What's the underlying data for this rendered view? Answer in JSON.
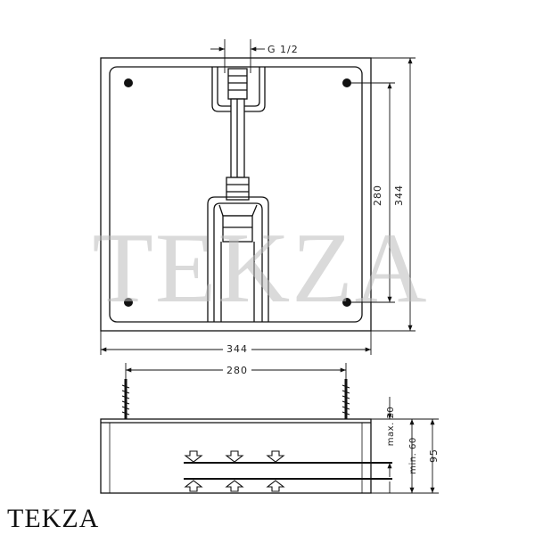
{
  "thread_label": "G 1/2",
  "dim_outer_width": "344",
  "dim_inner_width": "280",
  "dim_outer_height": "344",
  "dim_inner_height": "280",
  "dim_max": "max. 20",
  "dim_min": "min. 60",
  "dim_depth": "95",
  "watermark": "TEKZA",
  "brand": "TEKZA"
}
